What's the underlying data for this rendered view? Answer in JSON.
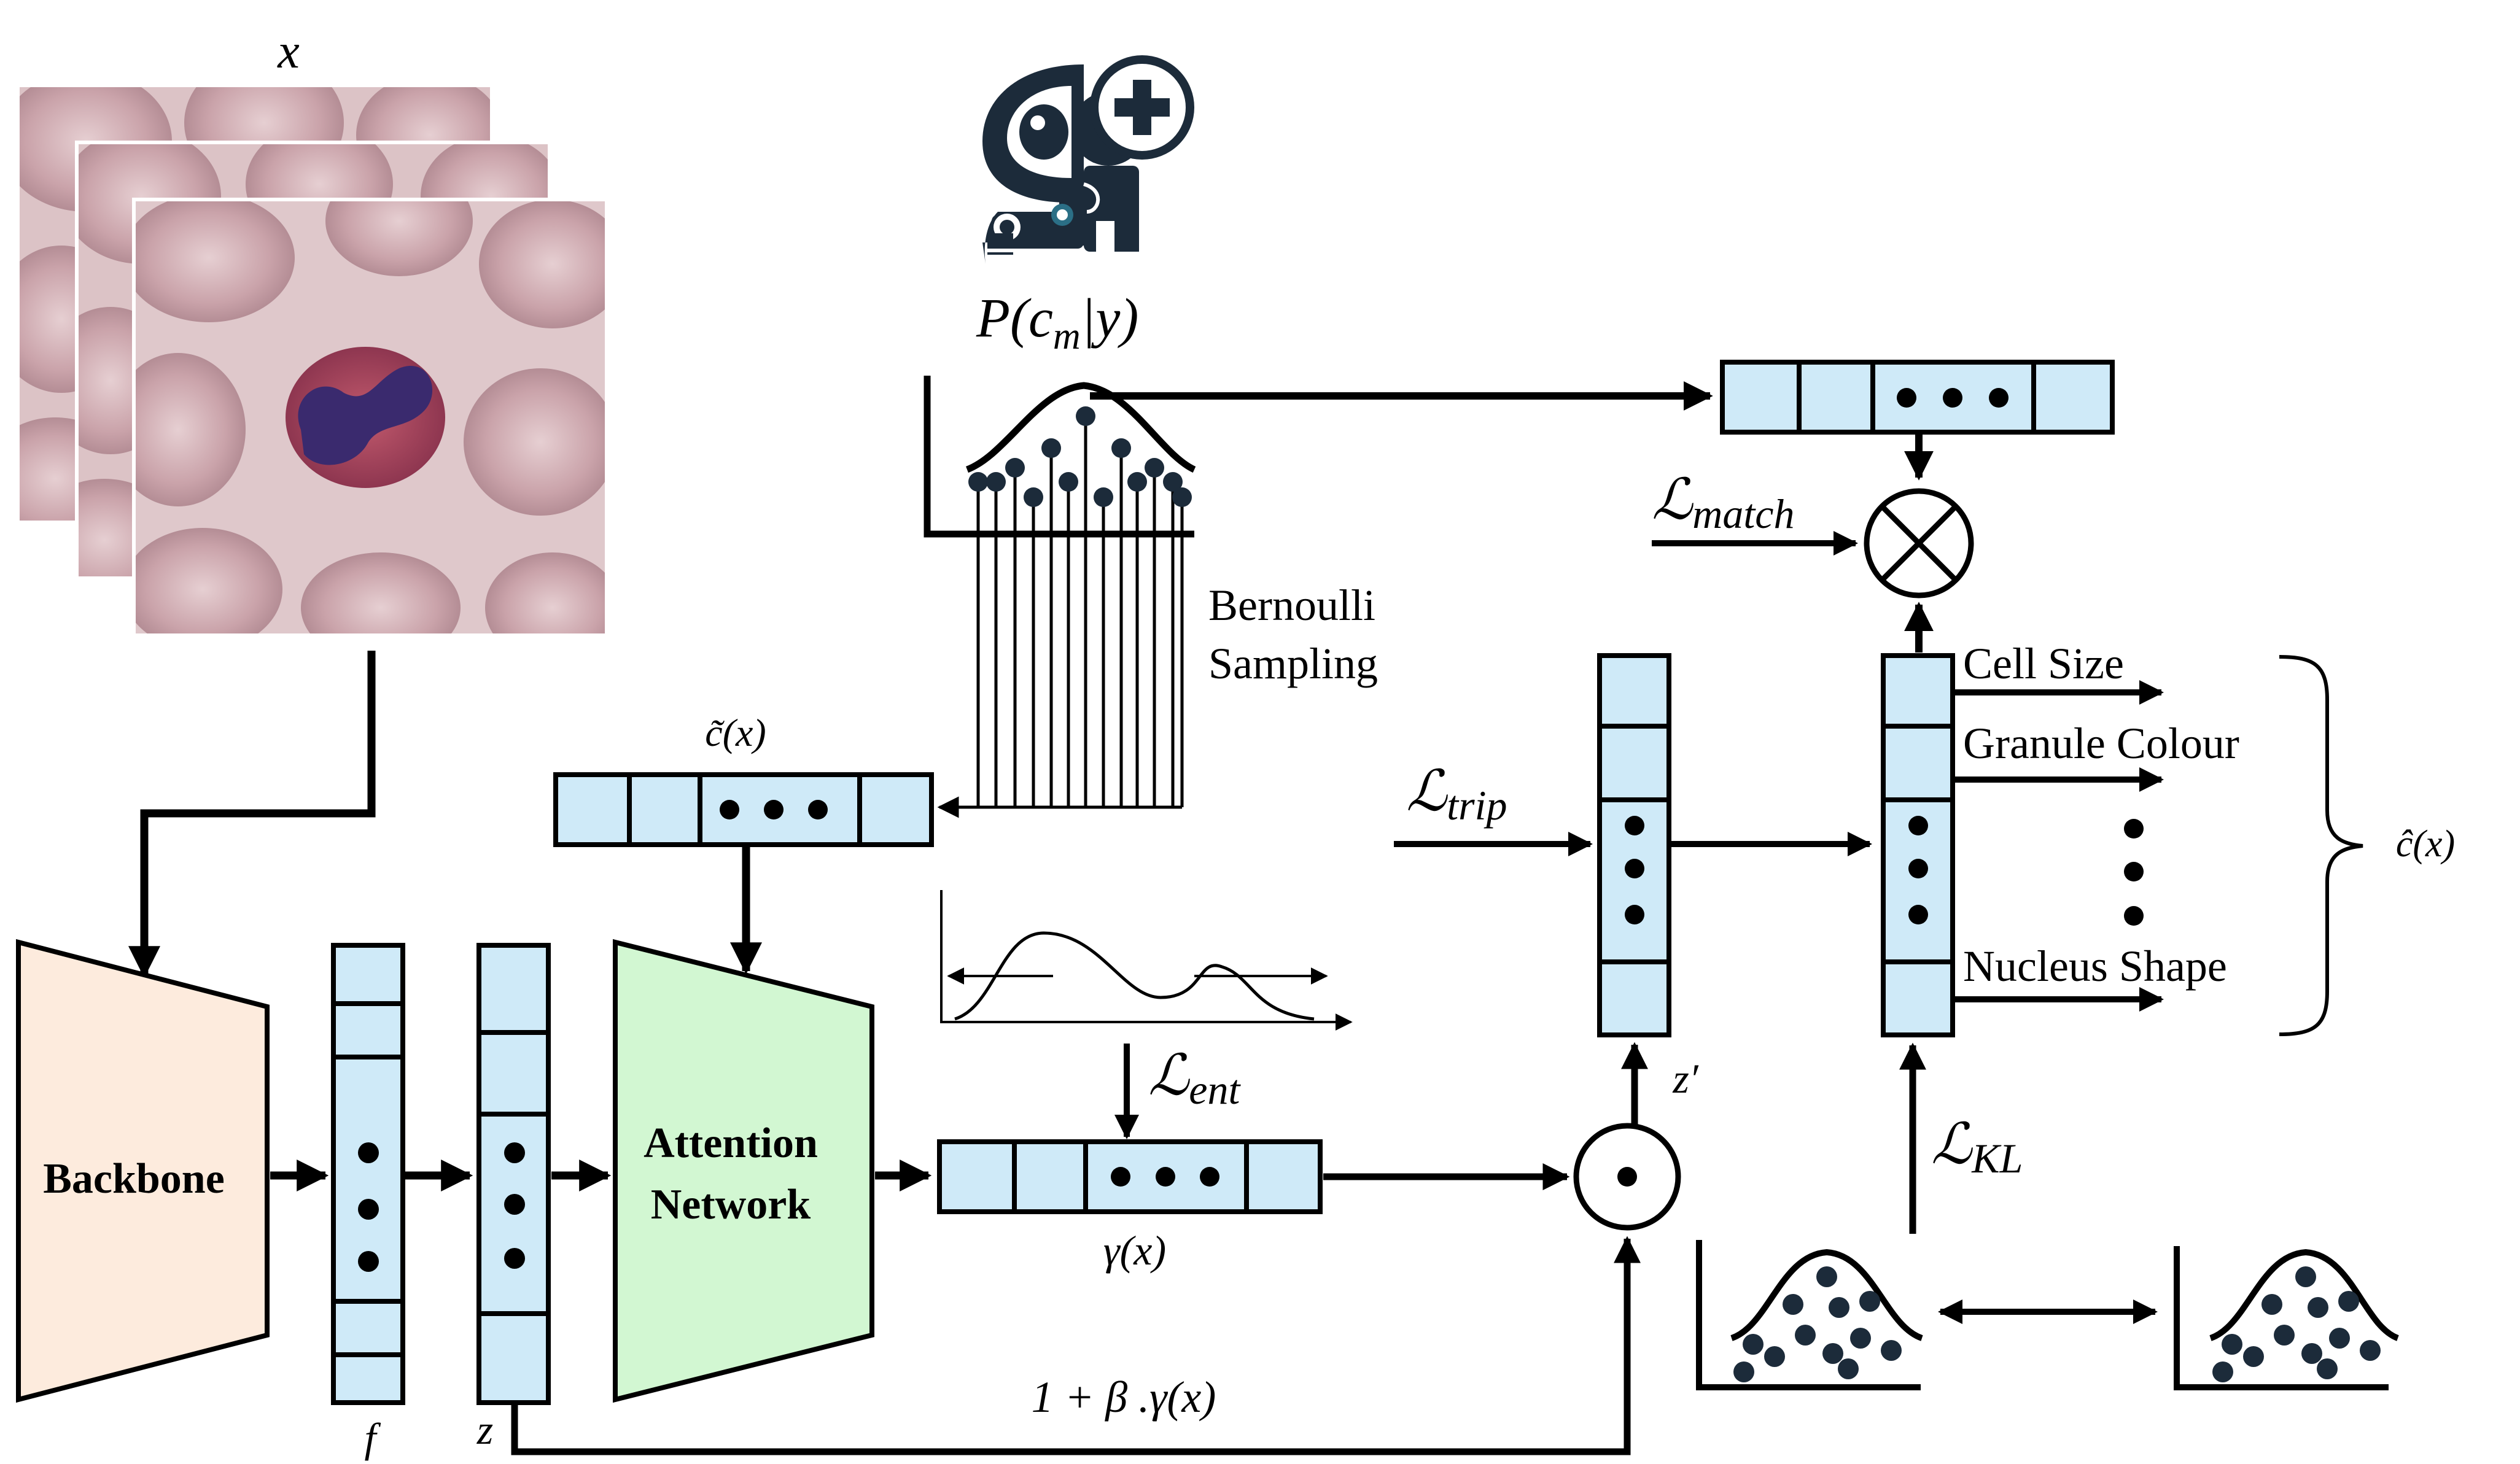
{
  "input": {
    "label": "x"
  },
  "modules": {
    "backbone": "Backbone",
    "attention_line1": "Attention",
    "attention_line2": "Network"
  },
  "vectors": {
    "f": "f",
    "z": "z",
    "z_prime": "z′",
    "c_tilde": "c̃(x)",
    "gamma": "γ(x)",
    "c_hat": "ĉ(x)"
  },
  "prior": {
    "label": "P(cm|y)",
    "main": "P(c",
    "sub": "m",
    "tail": "|y)"
  },
  "sampling": {
    "line1": "Bernoulli",
    "line2": "Sampling"
  },
  "losses": {
    "match": {
      "main": "ℒ",
      "sub": "match"
    },
    "trip": {
      "main": "ℒ",
      "sub": "trip"
    },
    "ent": {
      "main": "ℒ",
      "sub": "ent"
    },
    "kl": {
      "main": "ℒ",
      "sub": "KL"
    }
  },
  "formula": "1 +  β .γ(x)",
  "concepts": [
    "Cell Size",
    "Granule Colour",
    "Nucleus Shape"
  ],
  "colors": {
    "vector_fill": "#cfeaf8",
    "backbone_fill": "#fdebdd",
    "attention_fill": "#d2f7d2",
    "stroke": "#000000",
    "cell_bg": "#d9b8bd",
    "cell_nucleus": "#3a2a6e",
    "cell_cytoplasm": "#b24a5e",
    "icon_dark": "#1c2b3a",
    "icon_accent": "#2b6f86"
  },
  "icons": [
    "doctor-robot-icon",
    "hadamard-product-icon",
    "tensor-product-icon"
  ]
}
